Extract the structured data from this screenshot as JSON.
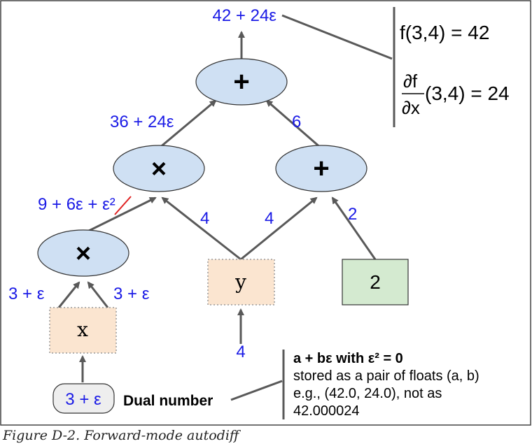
{
  "root_output": "42 + 24ε",
  "result": {
    "f_value": "f(3,4) = 42",
    "df_numerator": "∂f",
    "df_denominator": "∂x",
    "df_args": "(3,4) = 24"
  },
  "nodes": {
    "add_top": "+",
    "mul_mid": "×",
    "add_right": "+",
    "mul_low": "×",
    "var_x": "x",
    "var_y": "y",
    "const_2": "2",
    "dual_input": "3 + ε"
  },
  "edges": {
    "mul_mid_out": "36 + 24ε",
    "add_right_out": "6",
    "mul_low_out_main": "9 + 6ε + ",
    "mul_low_out_struck": "ε²",
    "y_to_mul": "4",
    "y_to_add": "4",
    "const_out": "2",
    "x_left": "3 + ε",
    "x_right": "3 + ε",
    "y_input": "4"
  },
  "legend": {
    "dual_label": "Dual number",
    "line1": "a + bε  with ε² = 0",
    "line2": "stored as a pair of floats (a, b)",
    "line3": "e.g., (42.0, 24.0), not as",
    "line4": "42.000024"
  },
  "caption": "Figure D-2. Forward-mode autodiff",
  "colors": {
    "label_blue": "#1a1ae6",
    "op_node_fill": "#cfe0f3",
    "var_node_fill": "#fbe5d0",
    "const_node_fill": "#d4ead0",
    "dual_node_fill": "#eeeeee",
    "arrow": "#595959",
    "strike": "#e02020"
  }
}
